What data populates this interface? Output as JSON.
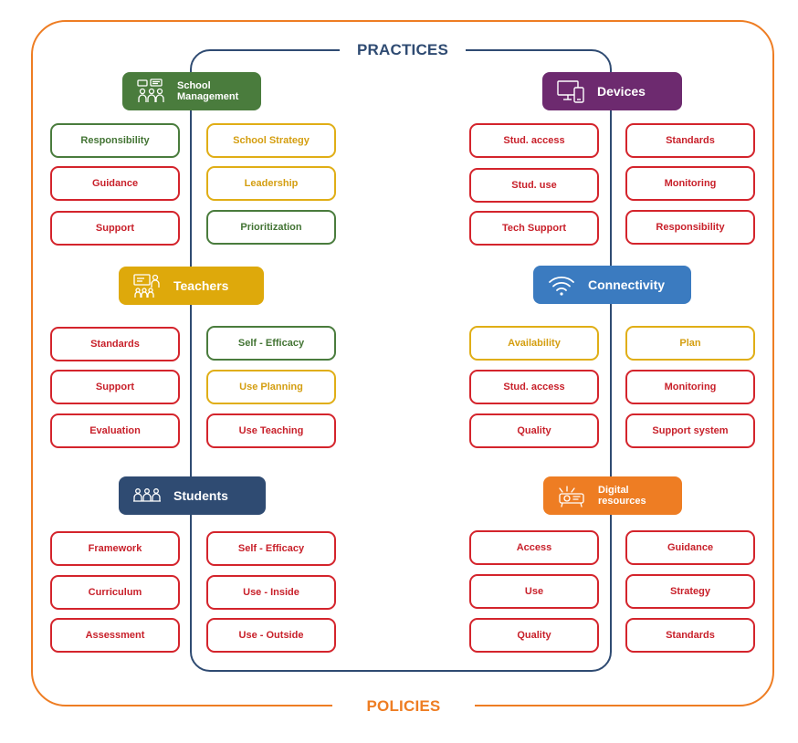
{
  "frame": {
    "practices_label": "PRACTICES",
    "policies_label": "POLICIES",
    "colors": {
      "outer": "#ee7d23",
      "inner": "#2f4b72"
    }
  },
  "sections": {
    "school_management": {
      "title": "School Management",
      "color": "#4a7c3d",
      "icon": "meeting-people-icon",
      "left_pills": [
        "Responsibility",
        "Guidance",
        "Support"
      ],
      "right_pills": [
        "School Strategy",
        "Leadership",
        "Prioritization"
      ]
    },
    "devices": {
      "title": "Devices",
      "color": "#6d2a6f",
      "icon": "devices-icon",
      "left_pills": [
        "Stud. access",
        "Stud. use",
        "Tech Support"
      ],
      "right_pills": [
        "Standards",
        "Monitoring",
        "Responsibility"
      ]
    },
    "teachers": {
      "title": "Teachers",
      "color": "#dea90b",
      "icon": "teacher-board-icon",
      "left_pills": [
        "Standards",
        "Support",
        "Evaluation"
      ],
      "right_pills": [
        "Self - Efficacy",
        "Use Planning",
        "Use Teaching"
      ]
    },
    "connectivity": {
      "title": "Connectivity",
      "color": "#3b7bc0",
      "icon": "wifi-icon",
      "left_pills": [
        "Availability",
        "Stud. access",
        "Quality"
      ],
      "right_pills": [
        "Plan",
        "Monitoring",
        "Support system"
      ]
    },
    "students": {
      "title": "Students",
      "color": "#2f4b72",
      "icon": "students-icon",
      "left_pills": [
        "Framework",
        "Curriculum",
        "Assessment"
      ],
      "right_pills": [
        "Self - Efficacy",
        "Use - Inside",
        "Use - Outside"
      ]
    },
    "digital_resources": {
      "title": "Digital resources",
      "color": "#ee7d23",
      "icon": "projector-icon",
      "left_pills": [
        "Access",
        "Use",
        "Quality"
      ],
      "right_pills": [
        "Guidance",
        "Strategy",
        "Standards"
      ]
    }
  },
  "pill_colors": {
    "red": "#d4242c",
    "green": "#4a7c3d",
    "yellow": "#e0ae16"
  }
}
